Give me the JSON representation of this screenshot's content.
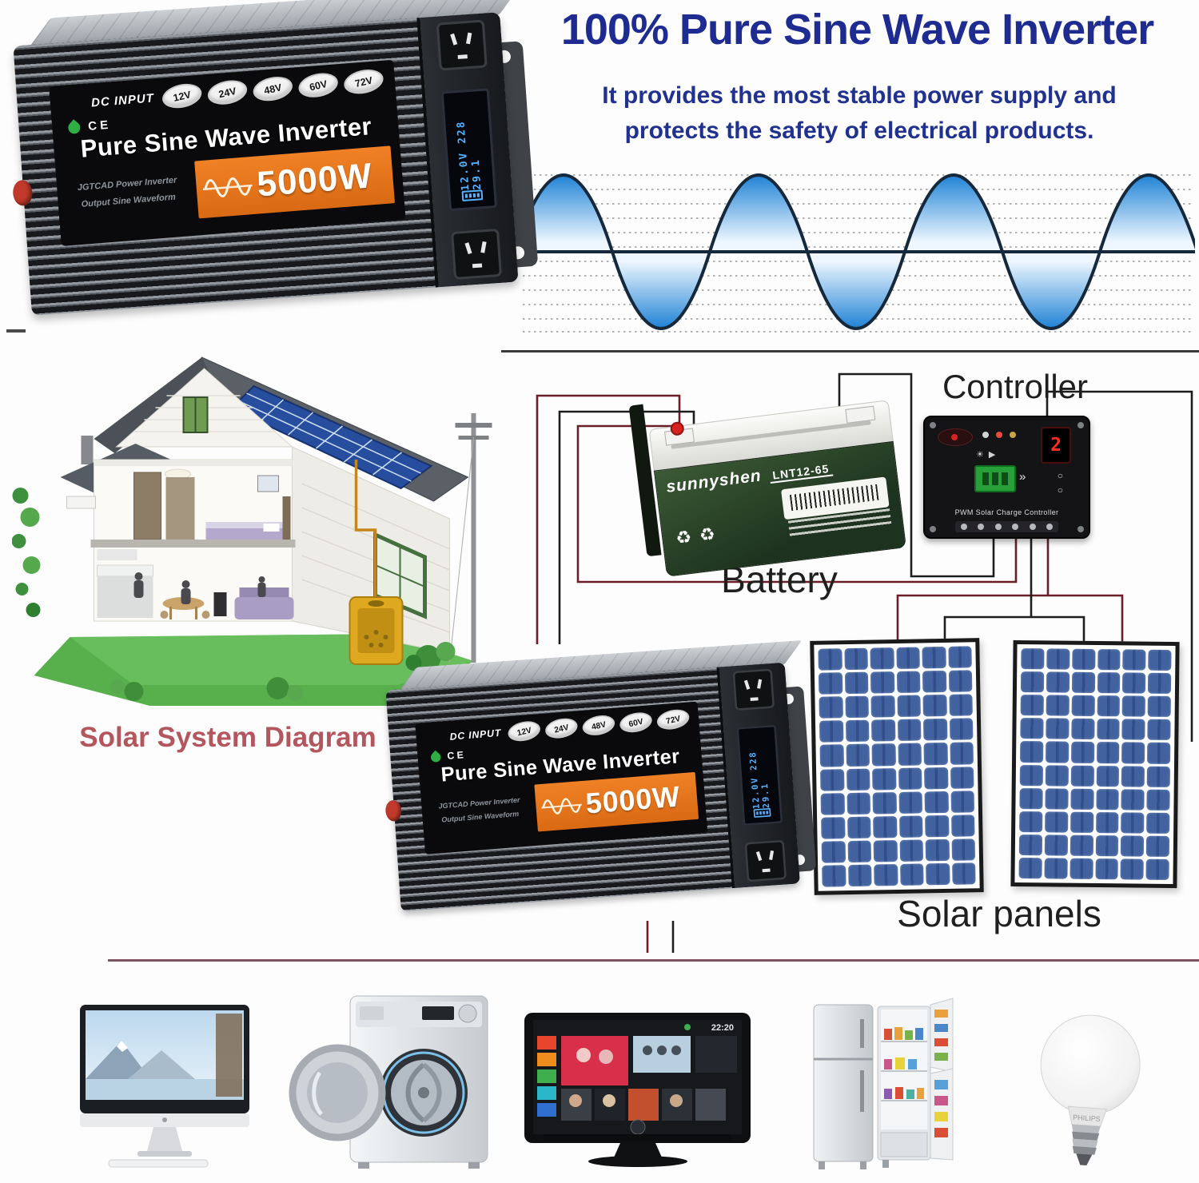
{
  "header": {
    "title": "100% Pure Sine Wave Inverter",
    "subtitle_line1": "It provides the most stable power supply and",
    "subtitle_line2": "protects the safety of electrical products.",
    "title_color": "#1e2b90"
  },
  "inverter": {
    "dc_input_label": "DC INPUT",
    "voltages": [
      "12V",
      "24V",
      "48V",
      "60V",
      "72V"
    ],
    "ce_label": "CE",
    "product_name": "Pure Sine Wave Inverter",
    "brand_line": "JGTCAD Power Inverter",
    "waveform_line": "Output Sine Waveform",
    "power": "5000W",
    "lcd_readout": "12.0V 228 29.1",
    "accent_orange": "#e8761e"
  },
  "solar_diagram": {
    "house_caption": "Solar System Diagram",
    "labels": {
      "controller": "Controller",
      "battery": "Battery",
      "solar_panels": "Solar panels"
    },
    "battery": {
      "brand": "sunnyshen",
      "model": "LNT12-65"
    },
    "controller_text": "PWM Solar Charge Controller",
    "controller_display": "2",
    "wire_colors": {
      "positive": "#6b1e2a",
      "negative": "#1d1d1f"
    }
  },
  "appliances": {
    "tv_clock": "22:20",
    "bulb_brand": "PHILIPS",
    "items": [
      "computer-monitor",
      "washing-machine",
      "smart-tv",
      "refrigerator",
      "light-bulb"
    ]
  }
}
